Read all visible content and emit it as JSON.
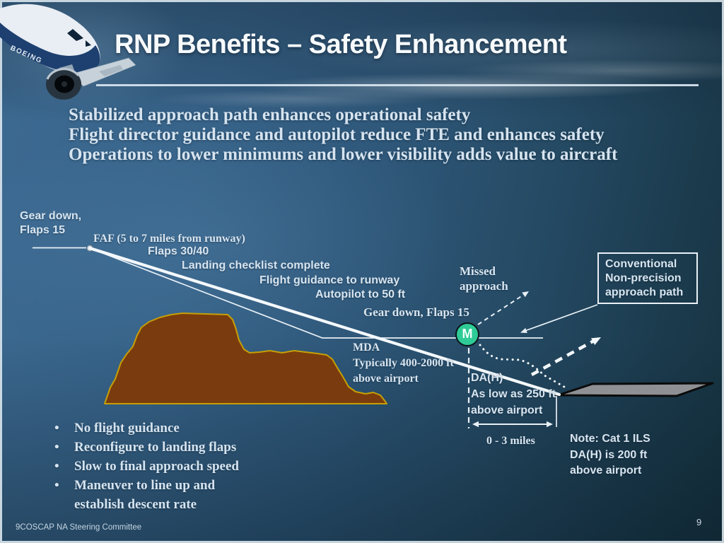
{
  "header": {
    "title": "RNP Benefits – Safety Enhancement"
  },
  "intro": {
    "lines": [
      "Stabilized approach path enhances operational safety",
      "Flight director guidance and autopilot reduce FTE and enhances safety",
      "Operations to lower minimums and lower visibility adds value to aircraft"
    ]
  },
  "diagram": {
    "labels": {
      "gear_down_left": {
        "lines": [
          "Gear down,",
          "Flaps 15"
        ]
      },
      "faf": "FAF (5 to 7 miles from runway)",
      "flaps_3040": "Flaps 30/40",
      "landing_checklist": "Landing checklist complete",
      "flight_guidance": "Flight guidance to runway",
      "autopilot": "Autopilot to 50 ft",
      "gear_down_mid": "Gear down, Flaps 15",
      "missed_approach": {
        "lines": [
          "Missed",
          "approach"
        ]
      },
      "conventional_box": {
        "lines": [
          "Conventional",
          "Non-precision",
          "approach path"
        ]
      },
      "mda": {
        "lines": [
          "MDA",
          "Typically 400-2000 ft",
          "above airport"
        ]
      },
      "dah": {
        "lines": [
          "DA(H)",
          "As low as 250 ft",
          "above airport"
        ]
      },
      "distance": "0 - 3 miles",
      "note": {
        "lines": [
          "Note: Cat 1 ILS",
          "DA(H) is 200 ft",
          "above airport"
        ]
      }
    },
    "marker": {
      "label": "M",
      "color": "#2fcb96"
    }
  },
  "bullets": {
    "items": [
      "No flight guidance",
      "Reconfigure to landing flaps",
      "Slow to final approach speed",
      "Maneuver to line up and"
    ],
    "continuation": "establish descent rate"
  },
  "footer": {
    "committee": "9COSCAP NA Steering Committee",
    "page_number": "9"
  },
  "colors": {
    "marker_green": "#2fcb96",
    "terrain_fill": "#7a3c0e",
    "terrain_outline": "#c79f04",
    "runway_fill": "#8f9094",
    "text_light": "#d8e5f0"
  }
}
